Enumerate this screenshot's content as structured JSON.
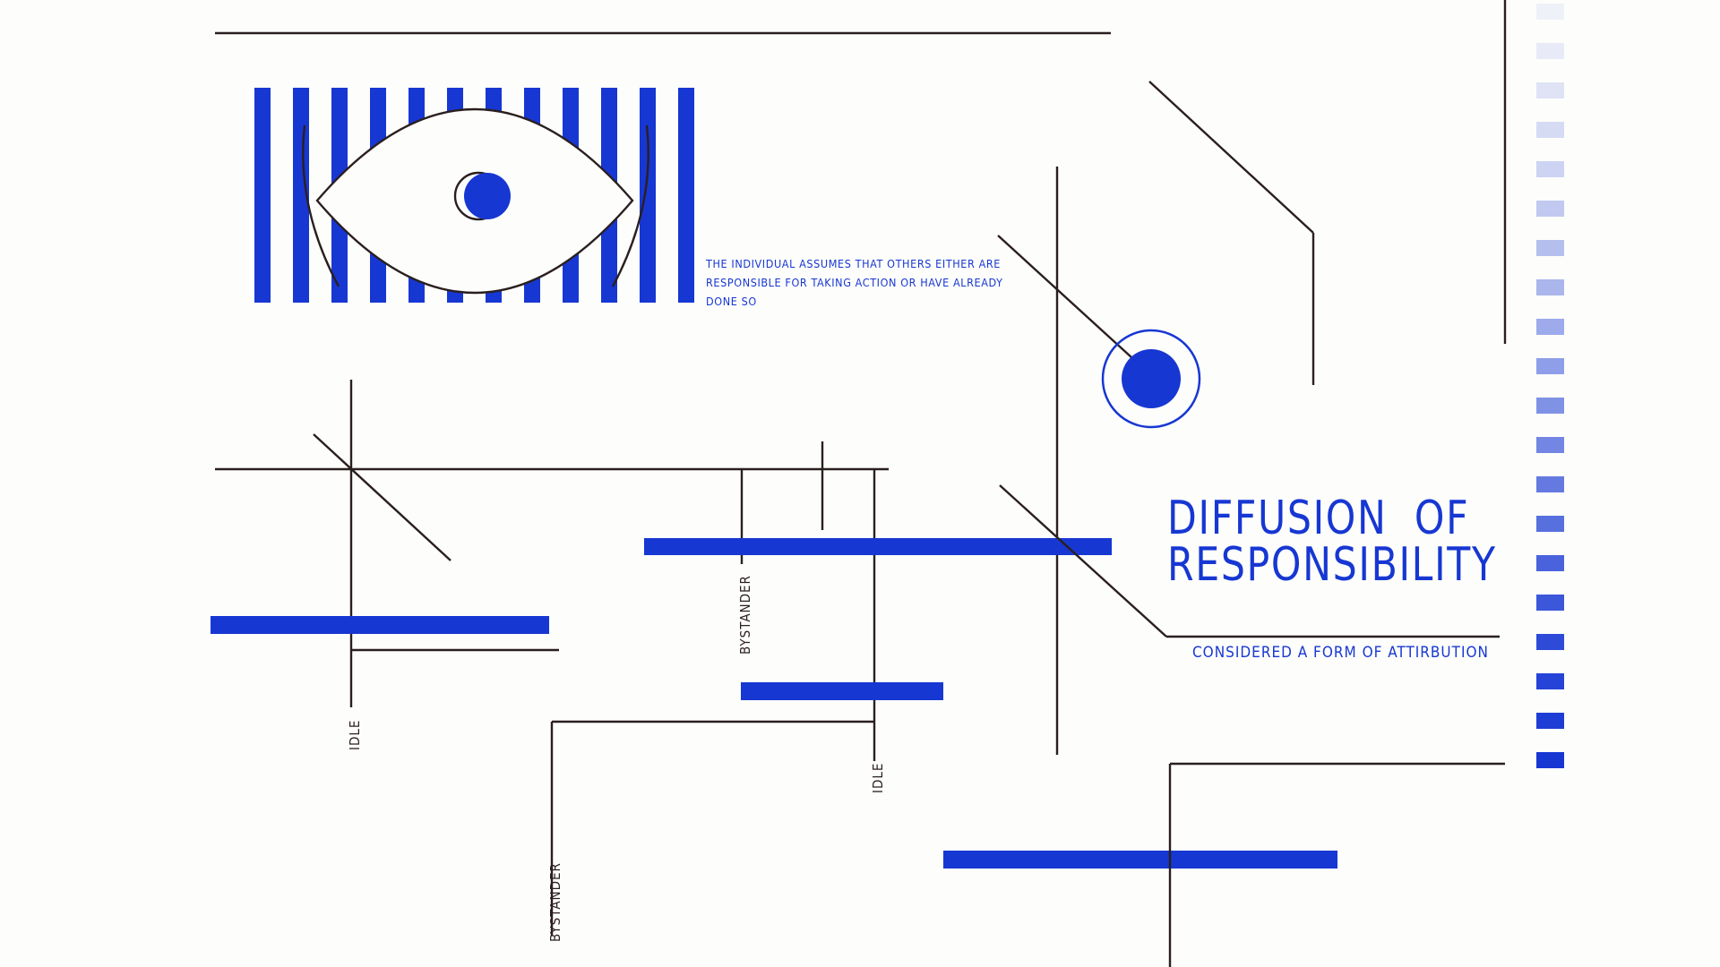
{
  "caption": "THE INDIVIDUAL ASSUMES THAT OTHERS EITHER ARE RESPONSIBLE FOR TAKING ACTION OR HAVE ALREADY DONE SO",
  "title": "DIFFUSION  OF\nRESPONSIBILITY",
  "subtitle": "CONSIDERED A FORM OF ATTIRBUTION",
  "labels": {
    "bystander_1": "BYSTANDER",
    "bystander_2": "BYSTANDER",
    "idle_1": "IDLE",
    "idle_2": "IDLE"
  },
  "colors": {
    "accent": "#1737d3",
    "ink": "#2a1f1f",
    "paper": "#fdfdfb"
  },
  "icons": {
    "eye": "eye-icon",
    "target": "target-circle-icon"
  }
}
